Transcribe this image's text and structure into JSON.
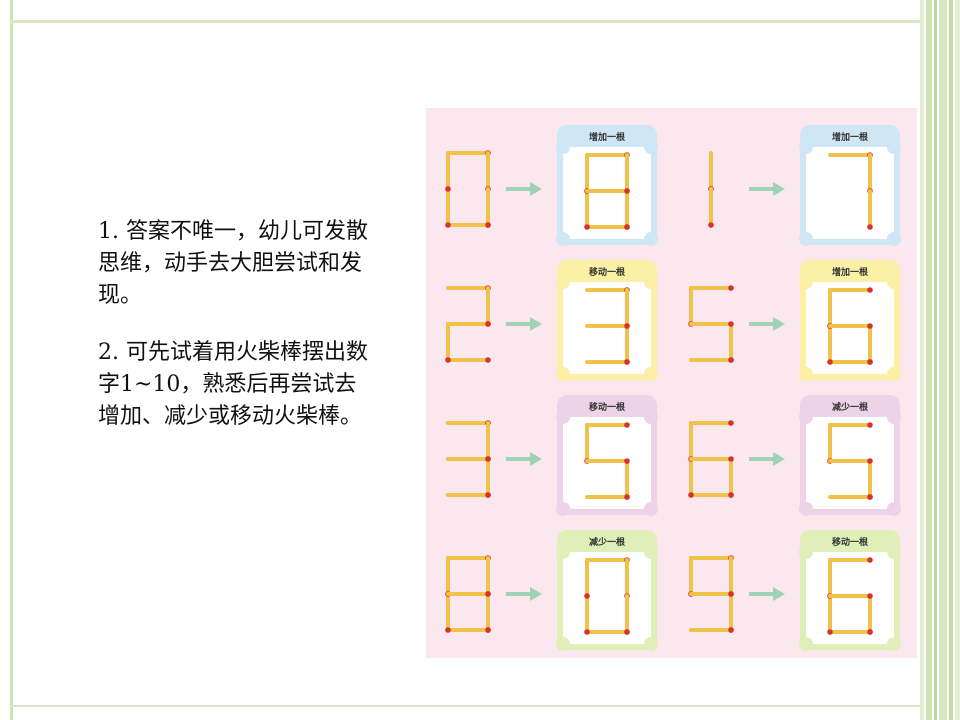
{
  "text": {
    "para1": "1. 答案不唯一，幼儿可发散思维，动手去大胆尝试和发现。",
    "para2": "2. 可先试着用火柴棒摆出数字1~10，熟悉后再尝试去增加、减少或移动火柴棒。"
  },
  "colors": {
    "match": "#f1c24a",
    "match_head": "#d8322f",
    "arrow": "#9fd2b6",
    "bg": "#fbe8ef"
  },
  "puzzles": [
    {
      "from": "0",
      "to": "8",
      "label": "增加一根",
      "card_color": "blue"
    },
    {
      "from": "1",
      "to": "7",
      "label": "增加一根",
      "card_color": "blue"
    },
    {
      "from": "2",
      "to": "3",
      "label": "移动一根",
      "card_color": "yellow"
    },
    {
      "from": "5",
      "to": "6",
      "label": "增加一根",
      "card_color": "yellow"
    },
    {
      "from": "3",
      "to": "5",
      "label": "移动一根",
      "card_color": "purple"
    },
    {
      "from": "6",
      "to": "5",
      "label": "减少一根",
      "card_color": "purple"
    },
    {
      "from": "8",
      "to": "0",
      "label": "减少一根",
      "card_color": "green"
    },
    {
      "from": "9",
      "to": "6",
      "label": "移动一根",
      "card_color": "green"
    }
  ]
}
